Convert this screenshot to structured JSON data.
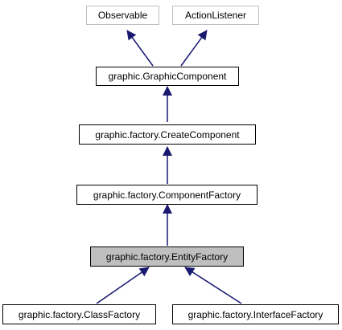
{
  "diagram": {
    "title": "",
    "nodes": {
      "observable": {
        "label": "Observable"
      },
      "action_listener": {
        "label": "ActionListener"
      },
      "graphic_component": {
        "label": "graphic.GraphicComponent"
      },
      "create_component": {
        "label": "graphic.factory.CreateComponent"
      },
      "component_factory": {
        "label": "graphic.factory.ComponentFactory"
      },
      "entity_factory": {
        "label": "graphic.factory.EntityFactory"
      },
      "class_factory": {
        "label": "graphic.factory.ClassFactory"
      },
      "interface_factory": {
        "label": "graphic.factory.InterfaceFactory"
      }
    },
    "edges": [
      {
        "from": "graphic_component",
        "to": "observable"
      },
      {
        "from": "graphic_component",
        "to": "action_listener"
      },
      {
        "from": "create_component",
        "to": "graphic_component"
      },
      {
        "from": "component_factory",
        "to": "create_component"
      },
      {
        "from": "entity_factory",
        "to": "component_factory"
      },
      {
        "from": "class_factory",
        "to": "entity_factory"
      },
      {
        "from": "interface_factory",
        "to": "entity_factory"
      }
    ],
    "colors": {
      "edge": "#191970",
      "node_border": "#000000",
      "external_border": "#bfbfbf",
      "highlight_fill": "#bfbfbf"
    }
  }
}
